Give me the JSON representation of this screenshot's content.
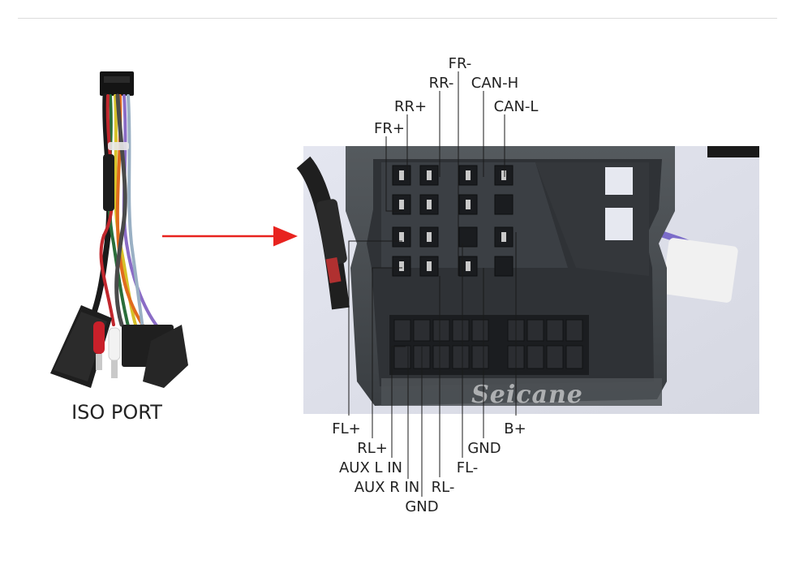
{
  "harness": {
    "caption": "ISO PORT"
  },
  "watermark": {
    "text": "Seicane"
  },
  "colors": {
    "arrow": "#e8231f",
    "leader": "#1a1a1a"
  },
  "top_labels": {
    "fr_minus": "FR-",
    "rr_minus": "RR-",
    "can_h": "CAN-H",
    "rr_plus": "RR+",
    "can_l": "CAN-L",
    "fr_plus": "FR+"
  },
  "bottom_labels": {
    "fl_plus": "FL+",
    "b_plus": "B+",
    "rl_plus": "RL+",
    "gnd_right": "GND",
    "aux_l_in": "AUX L IN",
    "fl_minus": "FL-",
    "aux_r_in": "AUX R IN",
    "rl_minus": "RL-",
    "gnd_bottom": "GND"
  }
}
